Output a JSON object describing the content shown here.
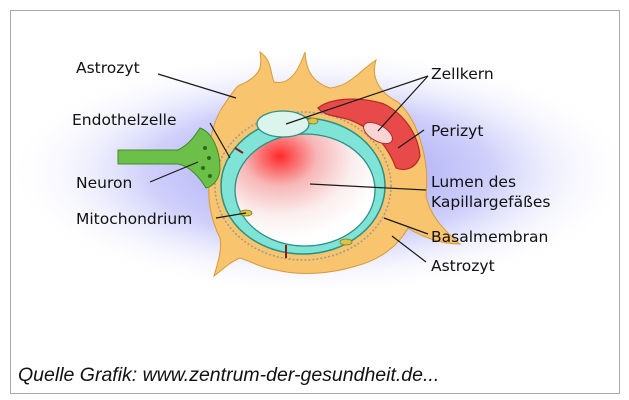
{
  "labels": {
    "astrozyt_top": "Astrozyt",
    "endothelzelle": "Endothelzelle",
    "neuron": "Neuron",
    "mitochondrium": "Mitochondrium",
    "zellkern": "Zellkern",
    "perizyt": "Perizyt",
    "lumen_line1": "Lumen des",
    "lumen_line2": "Kapillargefäßes",
    "basalmembran": "Basalmembran",
    "astrozyt_bottom": "Astrozyt"
  },
  "caption": "Quelle Grafik: www.zentrum-der-gesundheit.de...",
  "colors": {
    "astrocyte": "#f9c46e",
    "endothelium": "#7fe3d6",
    "pericyte": "#e84a4a",
    "neuron": "#6cc04a",
    "halo": "#7b7cf0"
  }
}
